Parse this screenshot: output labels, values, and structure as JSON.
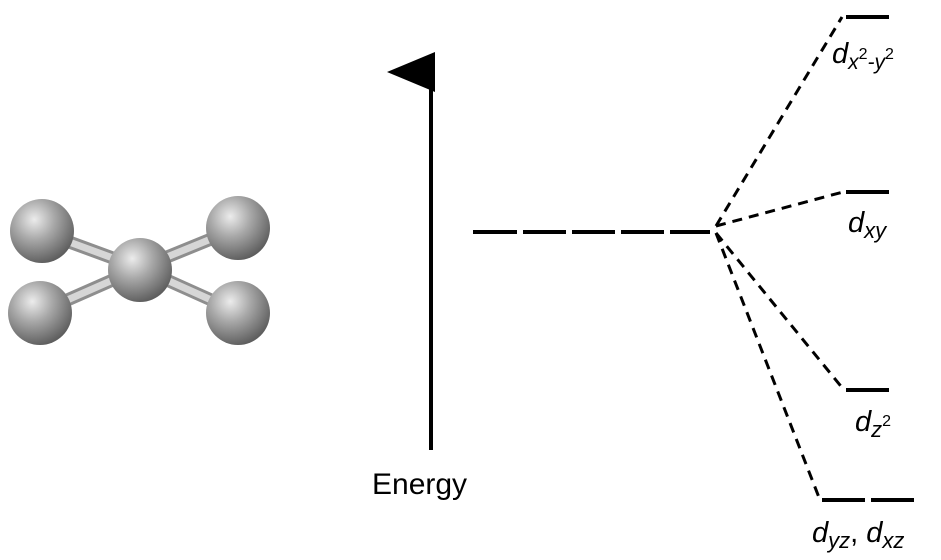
{
  "axis": {
    "label": "Energy"
  },
  "labels": {
    "dx2y2": {
      "base": "d",
      "sub1": "x",
      "sup1": "2",
      "sub2": "-y",
      "sup2": "2"
    },
    "dxy": {
      "base": "d",
      "sub": "xy"
    },
    "dz2": {
      "base": "d",
      "sub": "z",
      "sup": "2"
    },
    "dyz_dxz": {
      "base1": "d",
      "sub1": "yz",
      "sep": ", ",
      "base2": "d",
      "sub2": "xz"
    }
  },
  "colors": {
    "line": "#000000",
    "atom": "#9a9a9a",
    "atom_highlight": "#e6e6e6",
    "atom_shadow": "#5a5a5a",
    "bond": "#c8c8c8"
  }
}
